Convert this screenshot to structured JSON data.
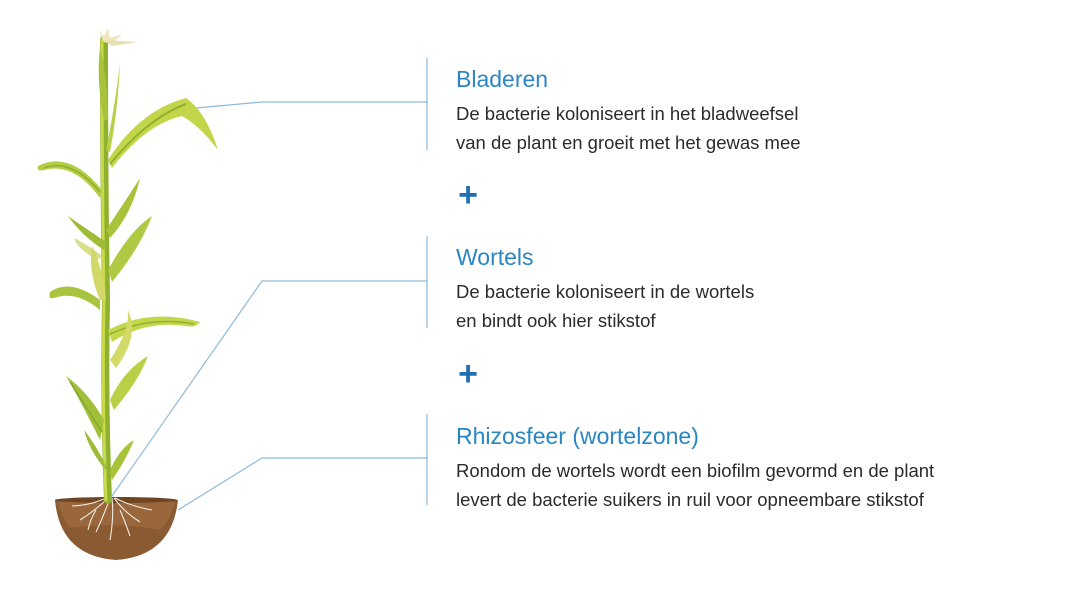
{
  "colors": {
    "title": "#2a86c3",
    "body_text": "#2b2b2b",
    "plus": "#1f6fb2",
    "connector": "#8fb9d9",
    "leaf_light": "#c8d94a",
    "leaf_dark": "#7fa82c",
    "soil": "#8a5a32"
  },
  "sections": [
    {
      "title": "Bladeren",
      "lines": [
        "De bacterie koloniseert in het bladweefsel",
        "van de plant en groeit met het gewas mee"
      ]
    },
    {
      "title": "Wortels",
      "lines": [
        "De bacterie koloniseert in de wortels",
        "en bindt ook hier stikstof"
      ]
    },
    {
      "title": "Rhizosfeer (wortelzone)",
      "lines": [
        "Rondom de wortels wordt een biofilm gevormd en de plant",
        "levert de bacterie suikers in ruil voor opneembare stikstof"
      ]
    }
  ],
  "separator": "+"
}
